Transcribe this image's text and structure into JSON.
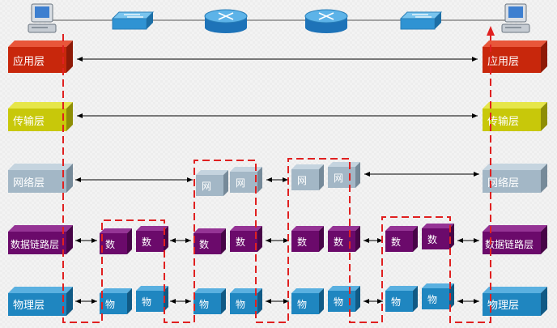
{
  "layers": {
    "application": "应用层",
    "transport": "传输层",
    "network": "网络层",
    "datalink": "数据链路层",
    "physical": "物理层"
  },
  "abbrev": {
    "network": "网",
    "datalink": "数",
    "physical": "物"
  },
  "devices": [
    {
      "name": "host-left",
      "icon": "computer-icon"
    },
    {
      "name": "switch-1",
      "icon": "switch-icon"
    },
    {
      "name": "router-1",
      "icon": "router-icon"
    },
    {
      "name": "router-2",
      "icon": "router-icon"
    },
    {
      "name": "switch-2",
      "icon": "switch-icon"
    },
    {
      "name": "host-right",
      "icon": "computer-icon"
    }
  ],
  "colors": {
    "application": "#c8270c",
    "transport": "#c8c80a",
    "network": "#a3b7c6",
    "datalink": "#6b0a6b",
    "physical": "#1f86c0",
    "path": "#e02020"
  }
}
